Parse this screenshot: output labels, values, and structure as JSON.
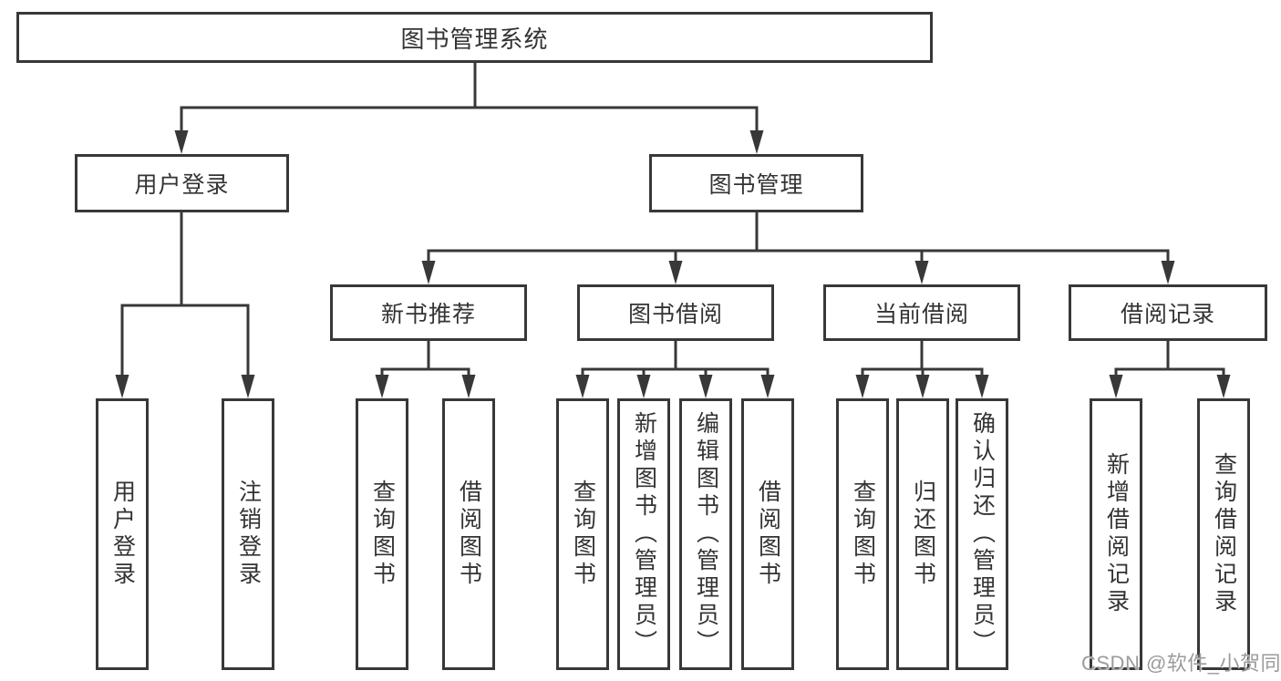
{
  "diagram": {
    "title_node": "图书管理系统",
    "nodes": {
      "root": "图书管理系统",
      "user_login": "用户登录",
      "book_mgmt": "图书管理",
      "new_book_rec": "新书推荐",
      "book_borrow": "图书借阅",
      "current_borrow": "当前借阅",
      "borrow_records": "借阅记录",
      "ul_user_login": "用户登录",
      "ul_logout": "注销登录",
      "nbr_query_books": "查询图书",
      "nbr_borrow_books": "借阅图书",
      "bb_query_books": "查询图书",
      "bb_add_books_admin": "新增图书（管理员）",
      "bb_edit_books_admin": "编辑图书（管理员）",
      "bb_borrow_books": "借阅图书",
      "cb_query_books": "查询图书",
      "cb_return_books": "归还图书",
      "cb_confirm_return_admin": "确认归还（管理员）",
      "br_add_record": "新增借阅记录",
      "br_query_record": "查询借阅记录"
    },
    "edges": [
      {
        "from": "图书管理系统",
        "to": "用户登录"
      },
      {
        "from": "图书管理系统",
        "to": "图书管理"
      },
      {
        "from": "用户登录",
        "to": "用户登录"
      },
      {
        "from": "用户登录",
        "to": "注销登录"
      },
      {
        "from": "图书管理",
        "to": "新书推荐"
      },
      {
        "from": "图书管理",
        "to": "图书借阅"
      },
      {
        "from": "图书管理",
        "to": "当前借阅"
      },
      {
        "from": "图书管理",
        "to": "借阅记录"
      },
      {
        "from": "新书推荐",
        "to": "查询图书"
      },
      {
        "from": "新书推荐",
        "to": "借阅图书"
      },
      {
        "from": "图书借阅",
        "to": "查询图书"
      },
      {
        "from": "图书借阅",
        "to": "新增图书（管理员）"
      },
      {
        "from": "图书借阅",
        "to": "编辑图书（管理员）"
      },
      {
        "from": "图书借阅",
        "to": "借阅图书"
      },
      {
        "from": "当前借阅",
        "to": "查询图书"
      },
      {
        "from": "当前借阅",
        "to": "归还图书"
      },
      {
        "from": "当前借阅",
        "to": "确认归还（管理员）"
      },
      {
        "from": "借阅记录",
        "to": "新增借阅记录"
      },
      {
        "from": "借阅记录",
        "to": "查询借阅记录"
      }
    ],
    "watermark": "CSDN @软件_小贺同学",
    "colors": {
      "line": "#383838",
      "box_border": "#383838",
      "text": "#333333",
      "watermark": "#9b9b9b",
      "background": "#ffffff"
    }
  }
}
